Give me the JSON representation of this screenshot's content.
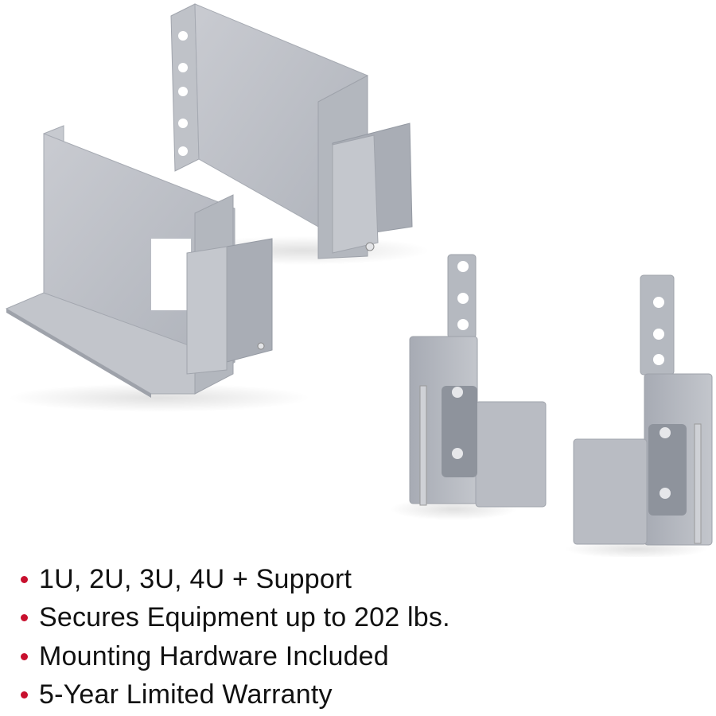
{
  "product_image": {
    "description": "Four silver rack-mount brackets: two large U-shaped brackets with side flanges and two narrow tall brackets with hole strips",
    "metal_color": "#b9bcc3",
    "metal_dark": "#9a9ea7",
    "metal_light": "#d4d6db",
    "background": "#ffffff"
  },
  "features": {
    "bullet_color": "#c8102e",
    "items": [
      {
        "text": "1U, 2U, 3U, 4U + Support"
      },
      {
        "text": "Secures Equipment up to 202 lbs."
      },
      {
        "text": "Mounting Hardware Included"
      },
      {
        "text": "5-Year Limited Warranty"
      }
    ]
  }
}
